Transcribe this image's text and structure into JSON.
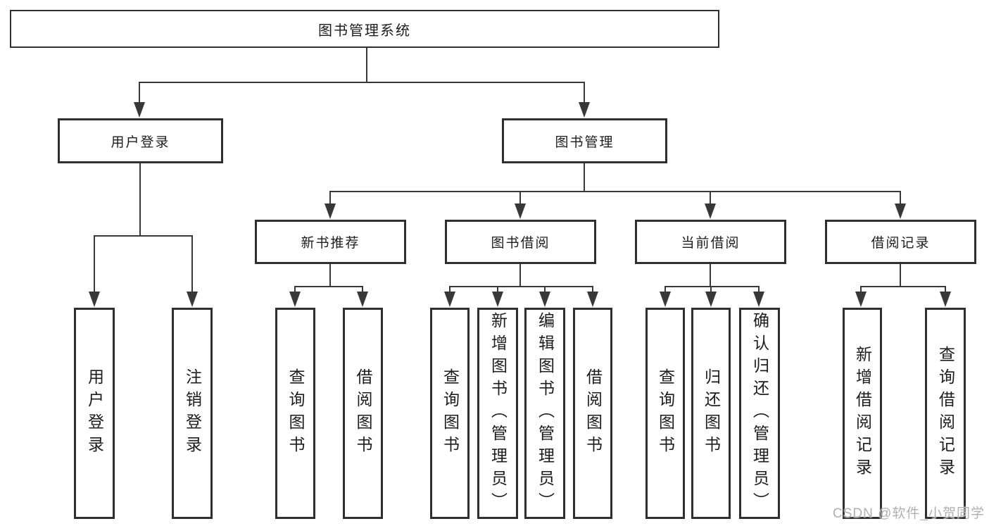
{
  "colors": {
    "line": "#383838",
    "box_border": "#2f2f2f",
    "text": "#1c1c1c",
    "watermark": "#b0b0b0",
    "background": "#ffffff"
  },
  "watermark": {
    "text": "CSDN @软件_小贺同学"
  },
  "tree": {
    "root": {
      "label": "图书管理系统",
      "children": [
        {
          "label": "用户登录",
          "children": [
            {
              "label": "用户登录"
            },
            {
              "label": "注销登录"
            }
          ]
        },
        {
          "label": "图书管理",
          "children": [
            {
              "label": "新书推荐",
              "children": [
                {
                  "label": "查询图书"
                },
                {
                  "label": "借阅图书"
                }
              ]
            },
            {
              "label": "图书借阅",
              "children": [
                {
                  "label": "查询图书"
                },
                {
                  "label": "新增图书（管理员）"
                },
                {
                  "label": "编辑图书（管理员）"
                },
                {
                  "label": "借阅图书"
                }
              ]
            },
            {
              "label": "当前借阅",
              "children": [
                {
                  "label": "查询图书"
                },
                {
                  "label": "归还图书"
                },
                {
                  "label": "确认归还（管理员）"
                }
              ]
            },
            {
              "label": "借阅记录",
              "children": [
                {
                  "label": "新增借阅记录"
                },
                {
                  "label": "查询借阅记录"
                }
              ]
            }
          ]
        }
      ]
    }
  }
}
